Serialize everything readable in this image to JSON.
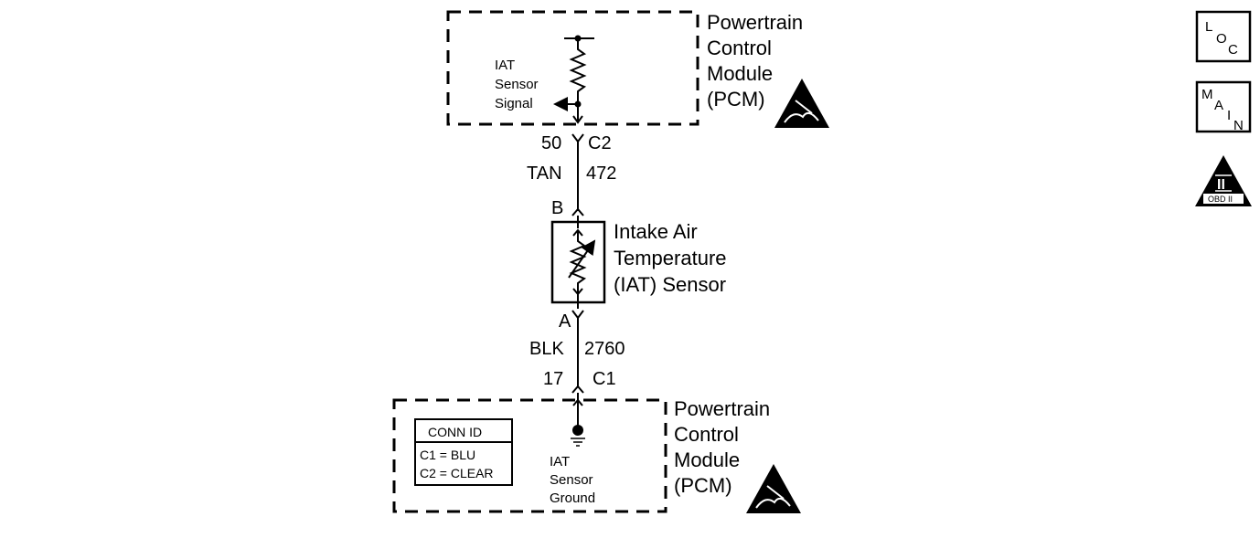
{
  "top_module": {
    "name_lines": [
      "Powertrain",
      "Control",
      "Module",
      "(PCM)"
    ],
    "signal_label_lines": [
      "IAT",
      "Sensor",
      "Signal"
    ]
  },
  "connector_c2": {
    "pin": "50",
    "connector": "C2"
  },
  "wire_1": {
    "color": "TAN",
    "circuit": "472"
  },
  "sensor": {
    "pin_top": "B",
    "pin_bottom": "A",
    "name_lines": [
      "Intake Air",
      "Temperature",
      "(IAT) Sensor"
    ]
  },
  "wire_2": {
    "color": "BLK",
    "circuit": "2760"
  },
  "connector_c1": {
    "pin": "17",
    "connector": "C1"
  },
  "bottom_module": {
    "name_lines": [
      "Powertrain",
      "Control",
      "Module",
      "(PCM)"
    ],
    "ground_label_lines": [
      "IAT",
      "Sensor",
      "Ground"
    ],
    "conn_id": {
      "title": "CONN ID",
      "rows": [
        "C1 = BLU",
        "C2 = CLEAR"
      ]
    }
  },
  "side_icons": {
    "loc": {
      "l": "L",
      "o": "O",
      "c": "C"
    },
    "main": {
      "m": "M",
      "a": "A",
      "i": "I",
      "n": "N"
    },
    "obd": {
      "numeral": "II",
      "label": "OBD II"
    }
  }
}
